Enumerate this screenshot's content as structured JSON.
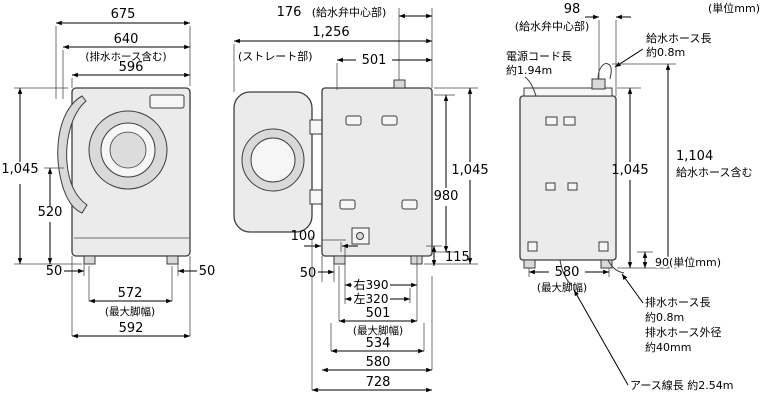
{
  "unit_top": "(単位mm)",
  "front": {
    "w675": "675",
    "w640": "640",
    "w640_note": "(排水ホース含む)",
    "w596": "596",
    "h1045": "1,045",
    "h520": "520",
    "foot50l": "50",
    "foot50r": "50",
    "w572": "572",
    "w572_note": "(最大脚幅)",
    "w592": "592"
  },
  "side": {
    "d176": "176",
    "d176_note": "(給水弁中心部)",
    "d1256": "1,256",
    "straight_note": "(ストレート部)",
    "d501": "501",
    "h1045": "1,045",
    "h980": "980",
    "d100": "100",
    "d50": "50",
    "d390": "右390",
    "d320": "左320",
    "d115": "115",
    "d501b": "501",
    "d501b_note": "(最大脚幅)",
    "d534": "534",
    "d580": "580",
    "d728": "728"
  },
  "rear": {
    "w98": "98",
    "w98_note": "(給水弁中心部)",
    "supply_hose_1": "給水ホース長",
    "supply_hose_2": "約0.8m",
    "cord_1": "電源コード長",
    "cord_2": "約1.94m",
    "h1045": "1,045",
    "h1104": "1,104",
    "h1104_note": "給水ホース含む",
    "w580": "580",
    "w580_note": "(最大脚幅)",
    "h90": "90(単位mm)",
    "drain_1": "排水ホース長",
    "drain_2": "約0.8m",
    "drain_3": "排水ホース外径",
    "drain_4": "約40mm",
    "earth": "アース線長 約2.54m"
  }
}
